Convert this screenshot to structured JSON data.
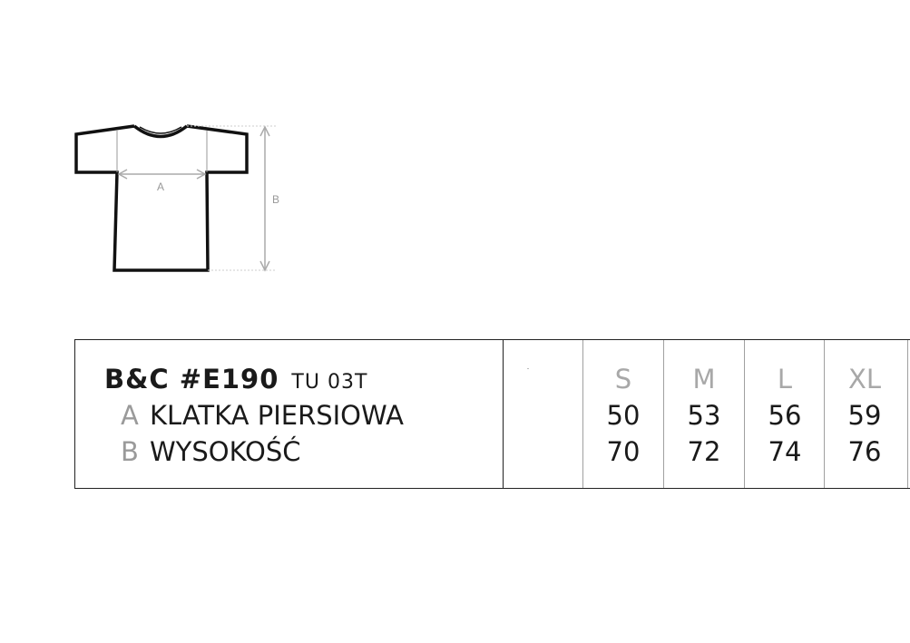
{
  "diagram": {
    "labels": {
      "a": "A",
      "b": "B"
    }
  },
  "table": {
    "product_code": "B&C #E190",
    "product_sub": "TU 03T",
    "sizes": [
      "S",
      "M",
      "L",
      "XL"
    ],
    "rows": [
      {
        "letter": "A",
        "label": "KLATKA PIERSIOWA",
        "values": [
          "50",
          "53",
          "56",
          "59"
        ]
      },
      {
        "letter": "B",
        "label": "WYSOKOŚĆ",
        "values": [
          "70",
          "72",
          "74",
          "76"
        ]
      }
    ]
  }
}
